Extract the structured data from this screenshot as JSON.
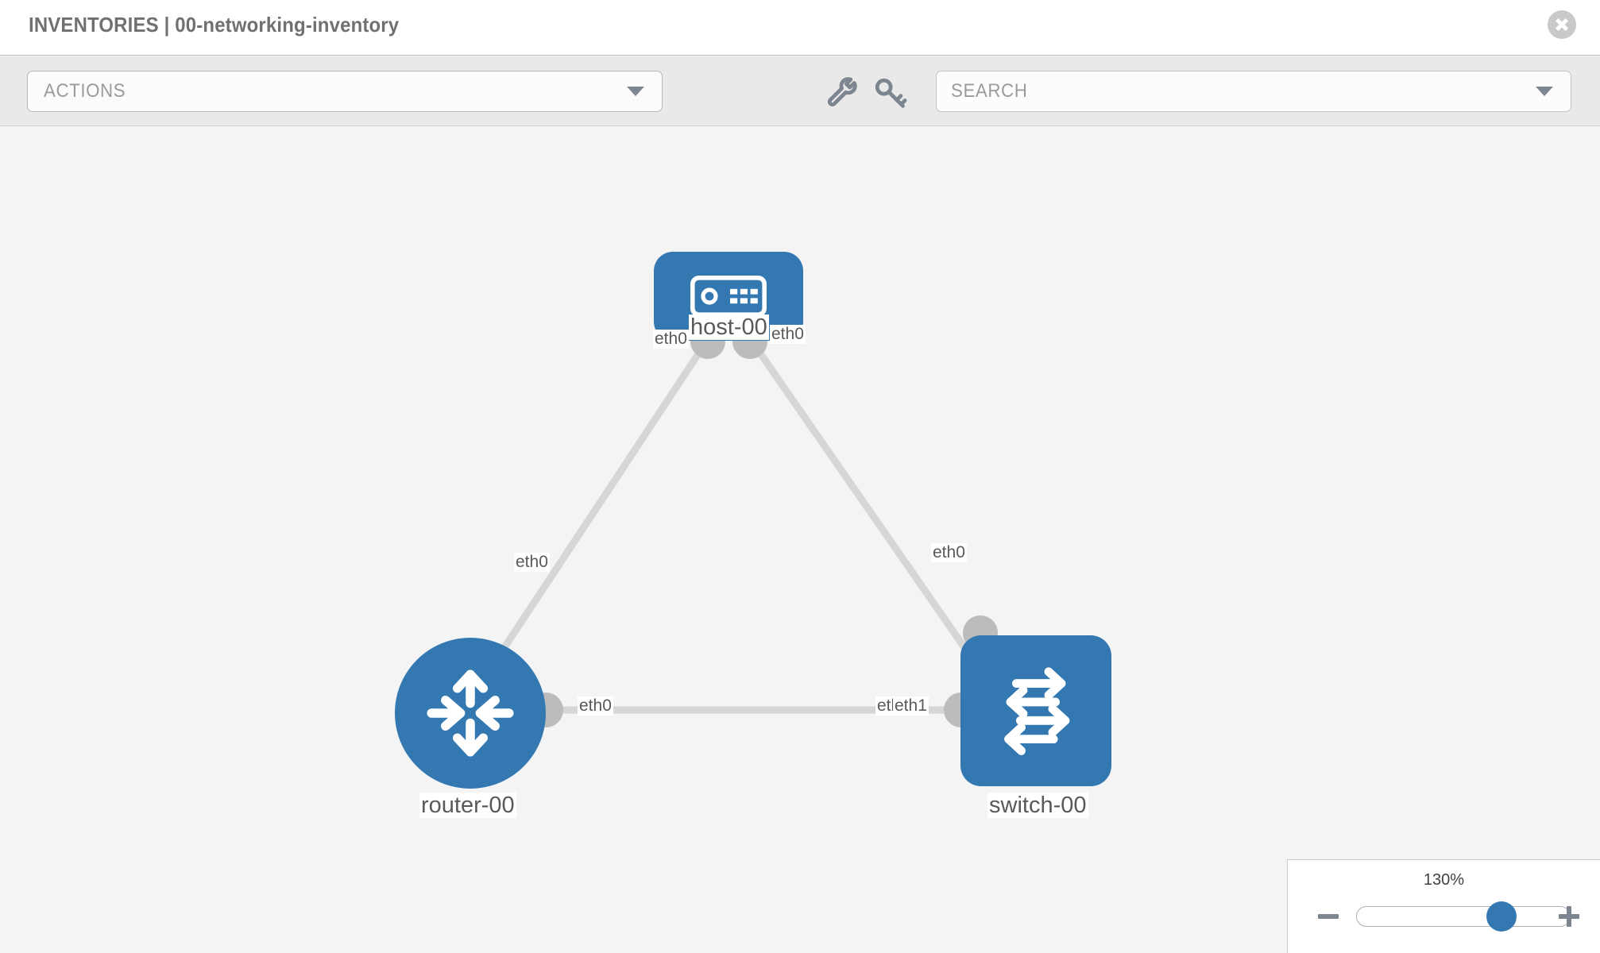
{
  "header": {
    "title": "INVENTORIES | 00-networking-inventory",
    "close_icon": "close-circle-icon"
  },
  "toolbar": {
    "actions_label": "ACTIONS",
    "actions_chevron": "chevron-down-icon",
    "wrench_icon": "wrench-icon",
    "key_icon": "key-icon",
    "search_placeholder": "SEARCH",
    "search_value": "",
    "search_chevron": "chevron-down-icon"
  },
  "topology": {
    "nodes": [
      {
        "id": "host-00",
        "label": "host-00",
        "type": "host",
        "icon": "server-device-icon",
        "color": "#3478b2"
      },
      {
        "id": "router-00",
        "label": "router-00",
        "type": "router",
        "icon": "router-arrows-icon",
        "color": "#3478b2"
      },
      {
        "id": "switch-00",
        "label": "switch-00",
        "type": "switch",
        "icon": "switch-arrows-icon",
        "color": "#3478b2"
      }
    ],
    "links": [
      {
        "from": "host-00",
        "to": "router-00",
        "from_if": "eth0",
        "to_if": "eth0"
      },
      {
        "from": "host-00",
        "to": "switch-00",
        "from_if": "eth0",
        "to_if": "eth0"
      },
      {
        "from": "router-00",
        "to": "switch-00",
        "from_if": "eth0",
        "to_if": "eth1"
      }
    ],
    "interface_labels": {
      "host_left": "eth0",
      "host_right": "eth0",
      "router_up": "eth0",
      "switch_up": "eth0",
      "router_right": "eth0",
      "switch_left_a": "eth",
      "switch_left_b": "eth1"
    },
    "edge_color": "#d6d6d6",
    "connector_color": "#bcbcbc"
  },
  "zoom_control": {
    "percent": "130%",
    "minus_label": "zoom-out",
    "plus_label": "zoom-in",
    "slider_position_pct": 68
  }
}
